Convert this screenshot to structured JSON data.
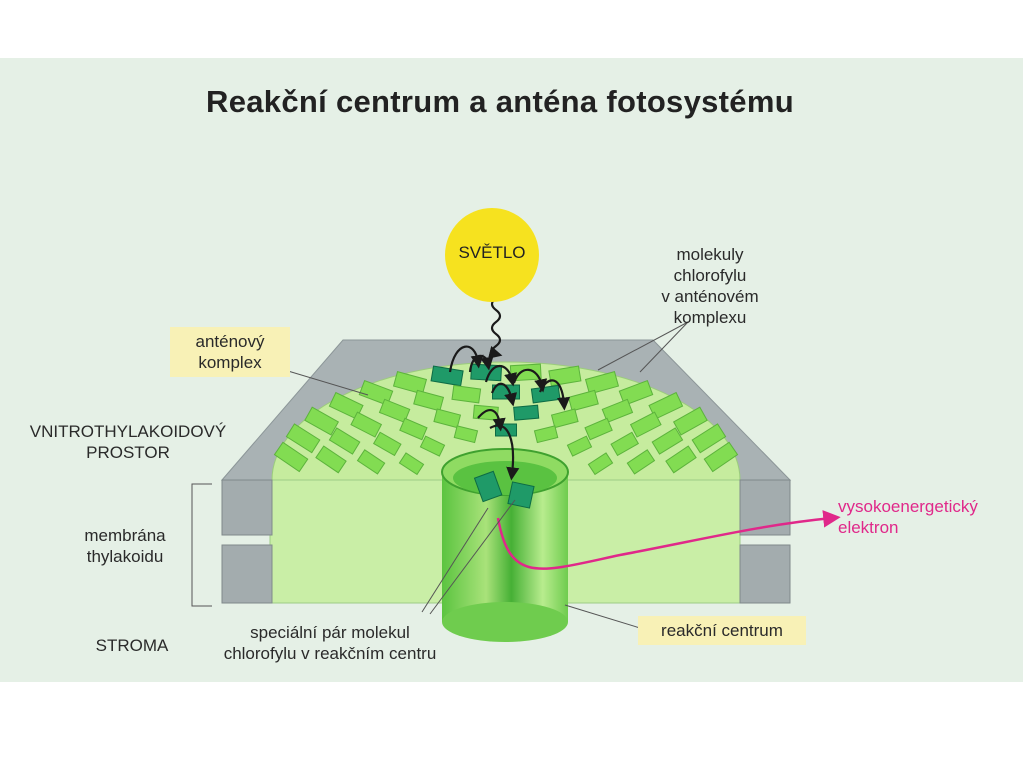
{
  "title": "Reakční centrum a anténa fotosystému",
  "labels": {
    "light": "SVĚTLO",
    "antenna_molecules": [
      "molekuly",
      "chlorofylu",
      "v anténovém",
      "komplexu"
    ],
    "antenna_complex": [
      "anténový",
      "komplex"
    ],
    "lumen": [
      "VNITROTHYLAKOIDOVÝ",
      "PROSTOR"
    ],
    "membrane": [
      "membrána",
      "thylakoidu"
    ],
    "stroma": "STROMA",
    "special_pair": [
      "speciální pár molekul",
      "chlorofylu v reakčním centru"
    ],
    "reaction_center": "reakční centrum",
    "electron": [
      "vysokoenergetický",
      "elektron"
    ]
  },
  "colors": {
    "background": "#e5f0e6",
    "sun": "#f6e21f",
    "label_box": "#f8f1b6",
    "membrane_gray": "#a9b2b4",
    "membrane_green": "#c8eda4",
    "chlorophyll_light": "#82dc52",
    "chlorophyll_dark": "#1f9a68",
    "electron": "#e0288a"
  }
}
